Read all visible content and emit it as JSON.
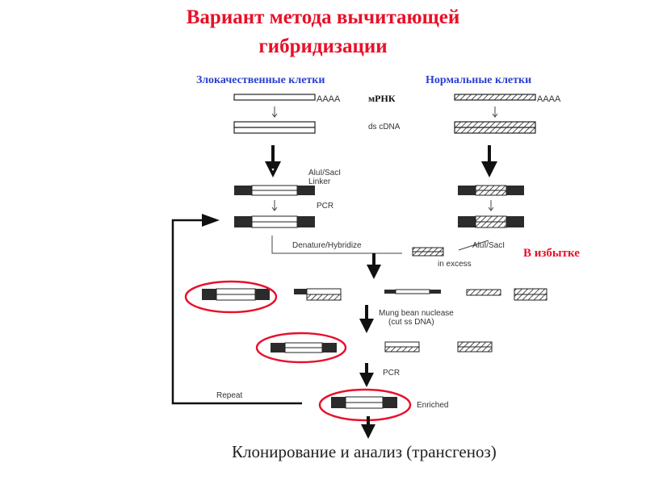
{
  "title": {
    "line1": "Вариант метода вычитающей",
    "line2": "гибридизации"
  },
  "headers": {
    "malignant": "Злокачественные клетки",
    "normal": "Нормальные клетки"
  },
  "labels": {
    "mrna": "мРНК",
    "aaaa_left": "AAAA",
    "aaaa_right": "AAAA",
    "ds_cdna": "ds cDNA",
    "alu_linker_1": "AluI/SacI",
    "alu_linker_2": "Linker",
    "pcr_1": "PCR",
    "denature": "Denature/Hybridize",
    "alu_right": "AluI/SacI",
    "in_excess": "in excess",
    "in_excess_ru": "В избытке",
    "mung_1": "Mung bean nuclease",
    "mung_2": "(cut ss DNA)",
    "pcr_2": "PCR",
    "repeat": "Repeat",
    "enriched": "Enriched"
  },
  "footer": "Клонирование и анализ (трансгеноз)",
  "colors": {
    "title_red": "#e8102a",
    "header_blue": "#2a3fd1",
    "highlight_ring": "#e8102a",
    "dark_block": "#2b2b2b"
  }
}
